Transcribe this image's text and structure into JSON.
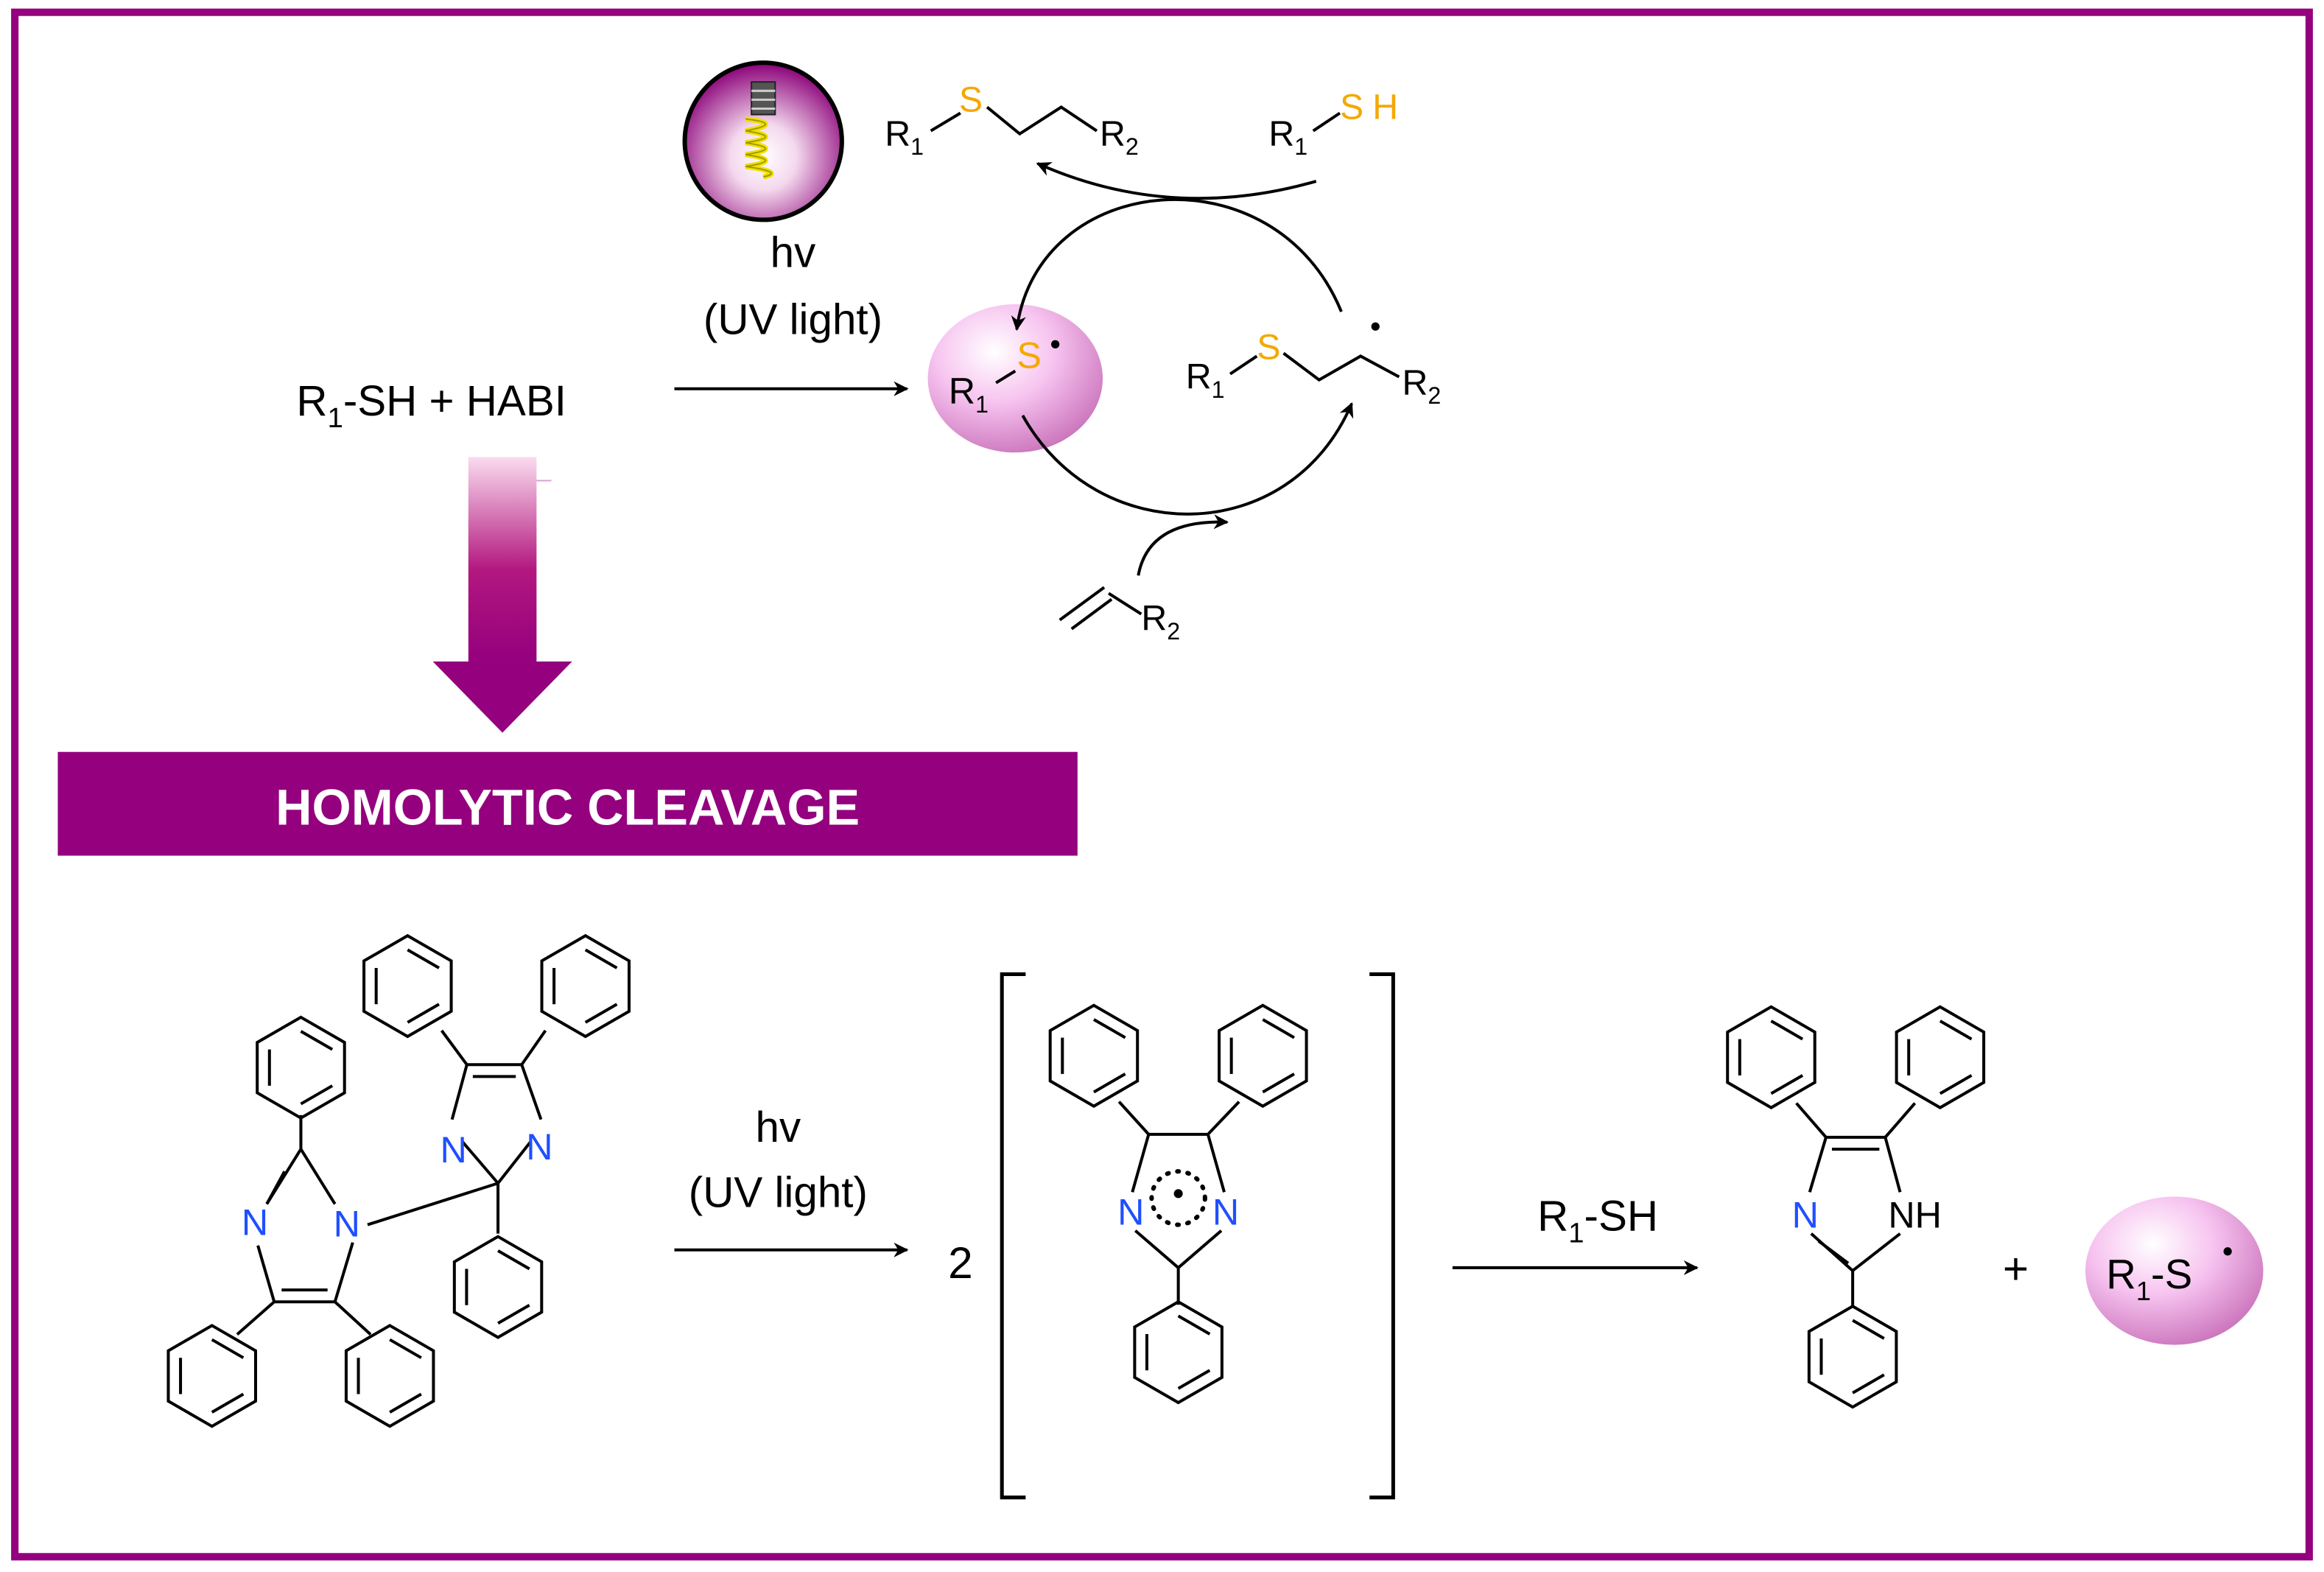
{
  "colors": {
    "frame": "#94007e",
    "banner": "#94007e",
    "sulfur": "#f5a800",
    "nitrogen": "#1f4fff",
    "bond": "#000000",
    "radical_sphere": "#f7c4f0"
  },
  "top_scheme": {
    "reactants": {
      "R1": "R",
      "sub1": "1",
      "rest": "-SH + HABI"
    },
    "light_condition": {
      "line1": "hv",
      "line2": "(UV light)"
    },
    "bulb_icon": "light-bulb-icon",
    "thiyl_radical": {
      "R": "R",
      "sub": "1",
      "S": "S"
    },
    "thioether_product": {
      "R1": "R",
      "sub1": "1",
      "S": "S",
      "R2": "R",
      "sub2": "2"
    },
    "thiol": {
      "R1": "R",
      "sub1": "1",
      "S": "S",
      "H": "H"
    },
    "carbon_radical": {
      "R1": "R",
      "sub1": "1",
      "S": "S",
      "R2": "R",
      "sub2": "2"
    },
    "alkene": {
      "R2": "R",
      "sub2": "2"
    }
  },
  "banner": {
    "label": "HOMOLYTIC  CLEAVAGE"
  },
  "bottom_scheme": {
    "habi_N": [
      "N",
      "N",
      "N",
      "N"
    ],
    "light_condition": {
      "line1": "hv",
      "line2": "(UV light)"
    },
    "coefficient": "2",
    "radical_N": [
      "N",
      "N"
    ],
    "reagent": {
      "R": "R",
      "sub": "1",
      "rest": "-SH"
    },
    "imidazole_N": "N",
    "imidazole_NH": "NH",
    "plus": "+",
    "thiyl_radical": {
      "R": "R",
      "sub": "1",
      "rest": "-S"
    }
  }
}
